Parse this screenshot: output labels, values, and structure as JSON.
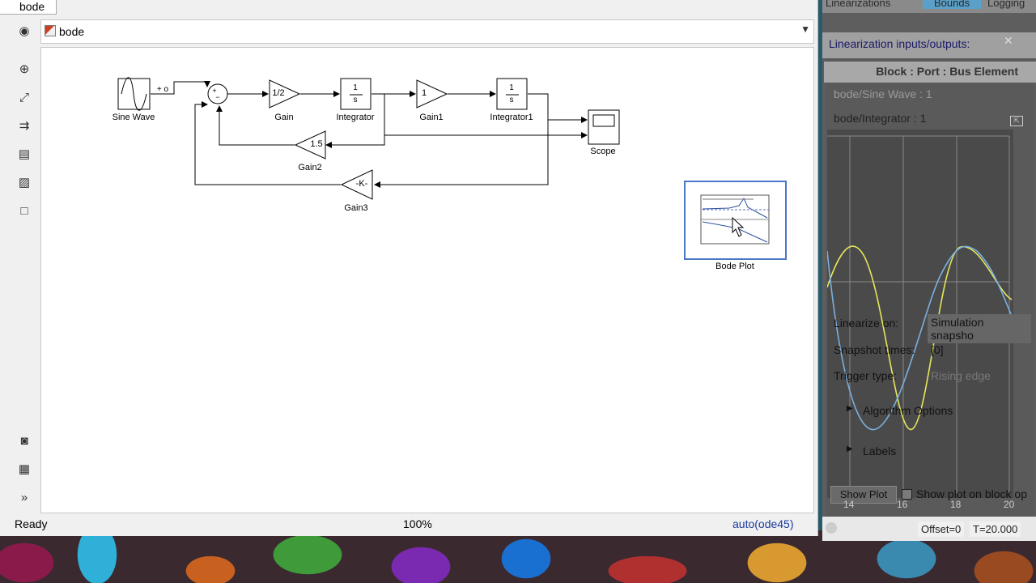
{
  "window": {
    "tab_title": "bode",
    "address": "bode"
  },
  "toolbar_icons": [
    "back-icon",
    "zoom-icon",
    "fit-view-icon",
    "arrow-icon",
    "annotation-icon",
    "image-icon",
    "area-icon",
    "camera-icon",
    "library-icon",
    "more-icon"
  ],
  "blocks": {
    "sine_wave": "Sine Wave",
    "gain": "Gain",
    "gain_value": "1/2",
    "integrator": "Integrator",
    "integrator_num": "1",
    "integrator_den": "s",
    "gain1": "Gain1",
    "gain1_value": "1",
    "integrator1": "Integrator1",
    "integrator1_num": "1",
    "integrator1_den": "s",
    "scope": "Scope",
    "gain2": "Gain2",
    "gain2_value": "1.5",
    "gain3": "Gain3",
    "gain3_value": "-K-",
    "bode_plot": "Bode Plot",
    "sum_plus1": "+",
    "sum_minus": "−",
    "signal_label": "+ o"
  },
  "status": {
    "ready": "Ready",
    "zoom": "100%",
    "solver": "auto(ode45)"
  },
  "panel": {
    "tabs": [
      "Linearizations",
      "Bounds",
      "Logging"
    ],
    "title": "Linearization inputs/outputs:",
    "grid_header": "Block : Port : Bus Element",
    "rows": [
      "bode/Sine Wave : 1",
      "bode/Integrator : 1"
    ],
    "linearize_on_label": "Linearize on:",
    "linearize_on_value": "Simulation snapsho",
    "snapshot_label": "Snapshot times:",
    "snapshot_value": "[0]",
    "trigger_label": "Trigger type:",
    "trigger_value": "Rising edge",
    "algorithm_options": "Algorithm Options",
    "labels": "Labels",
    "show_plot_button": "Show Plot",
    "show_plot_checkbox": "Show plot on block op",
    "x_ticks": [
      "14",
      "16",
      "18",
      "20"
    ],
    "offset": "Offset=0",
    "time": "T=20.000"
  },
  "colors": {
    "yellow_trace": "#e6e65a",
    "blue_trace": "#7ab0e0",
    "solver_text": "#1a3aa0"
  }
}
